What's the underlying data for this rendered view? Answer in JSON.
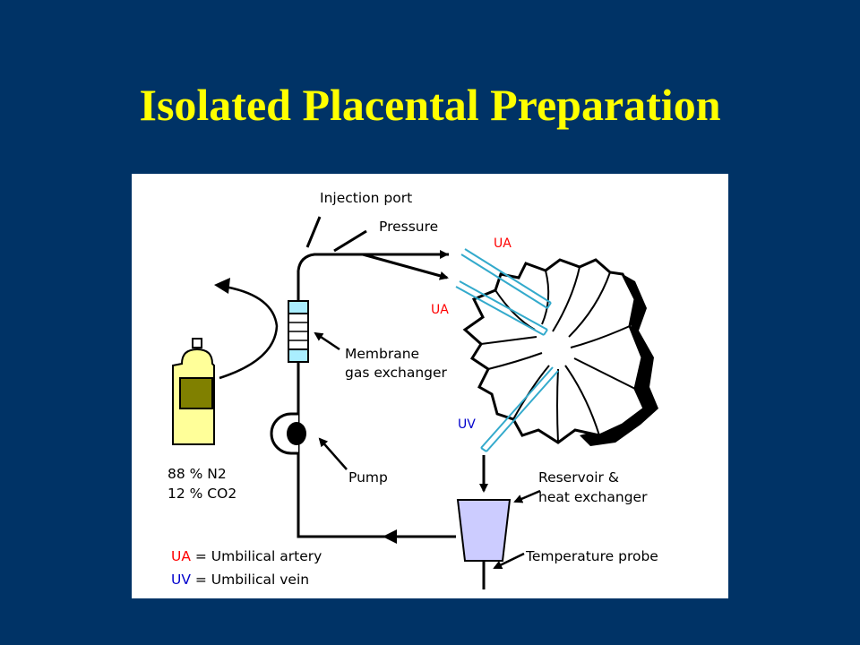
{
  "title": "Isolated Placental Preparation",
  "colors": {
    "background": "#003366",
    "title": "#ffff00",
    "panel": "#ffffff",
    "artery": "#ff0000",
    "vein": "#0000cc",
    "tube": "#33aacc"
  },
  "diagram": {
    "injection_port": "Injection port",
    "pressure": "Pressure",
    "ua_label_1": "UA",
    "ua_label_2": "UA",
    "uv_label": "UV",
    "membrane_line1": "Membrane",
    "membrane_line2": "gas exchanger",
    "pump": "Pump",
    "gas_line1": "88 % N2",
    "gas_line2": "12 % CO2",
    "reservoir_line1": "Reservoir &",
    "reservoir_line2": "heat exchanger",
    "temperature_probe": "Temperature probe",
    "legend": {
      "ua_abbr": "UA",
      "ua_text": " = Umbilical artery",
      "uv_abbr": "UV",
      "uv_text": " = Umbilical vein"
    }
  }
}
